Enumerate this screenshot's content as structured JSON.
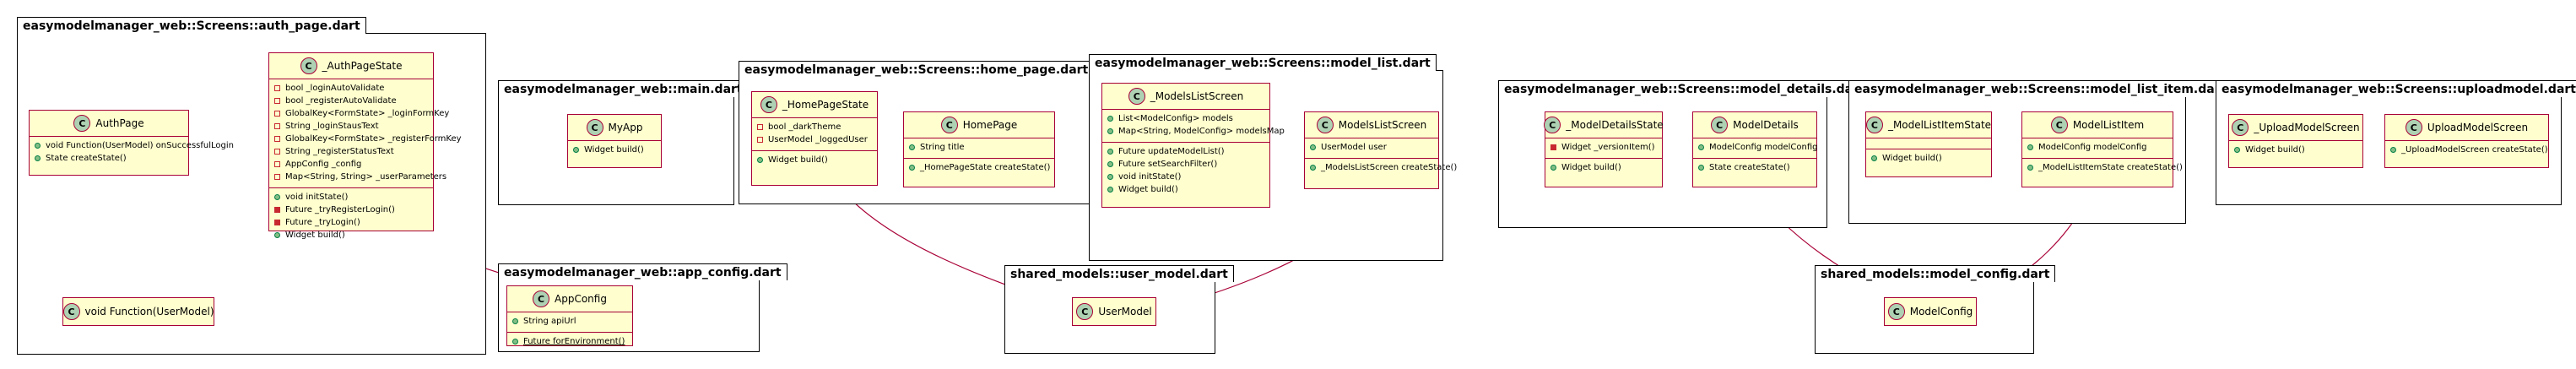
{
  "packages": {
    "auth_page": "easymodelmanager_web::Screens::auth_page.dart",
    "main": "easymodelmanager_web::main.dart",
    "app_config": "easymodelmanager_web::app_config.dart",
    "home_page": "easymodelmanager_web::Screens::home_page.dart",
    "model_list": "easymodelmanager_web::Screens::model_list.dart",
    "user_model": "shared_models::user_model.dart",
    "model_details": "easymodelmanager_web::Screens::model_details.dart",
    "model_list_item": "easymodelmanager_web::Screens::model_list_item.dart",
    "model_config": "shared_models::model_config.dart",
    "uploadmodel": "easymodelmanager_web::Screens::uploadmodel.dart"
  },
  "classes": {
    "authpage": {
      "name": "AuthPage",
      "members": [
        {
          "v": "pub",
          "t": "void Function(UserModel) onSuccessfulLogin"
        },
        {
          "v": "pub",
          "t": "State createState()"
        }
      ]
    },
    "authpagestate": {
      "name": "_AuthPageState",
      "fields": [
        {
          "v": "privf",
          "t": "bool _loginAutoValidate"
        },
        {
          "v": "privf",
          "t": "bool _registerAutoValidate"
        },
        {
          "v": "privf",
          "t": "GlobalKey<FormState> _loginFormKey"
        },
        {
          "v": "privf",
          "t": "String _loginStausText"
        },
        {
          "v": "privf",
          "t": "GlobalKey<FormState> _registerFormKey"
        },
        {
          "v": "privf",
          "t": "String _registerStatusText"
        },
        {
          "v": "privf",
          "t": "AppConfig _config"
        },
        {
          "v": "privf",
          "t": "Map<String, String> _userParameters"
        }
      ],
      "methods": [
        {
          "v": "pub",
          "t": "void initState()"
        },
        {
          "v": "priv",
          "t": "Future _tryRegisterLogin()"
        },
        {
          "v": "priv",
          "t": "Future _tryLogin()"
        },
        {
          "v": "pub",
          "t": "Widget build()"
        }
      ]
    },
    "voidfunction": {
      "name": "void Function(UserModel)"
    },
    "myapp": {
      "name": "MyApp",
      "members": [
        {
          "v": "pub",
          "t": "Widget build()"
        }
      ]
    },
    "appconfig": {
      "name": "AppConfig",
      "fields": [
        {
          "v": "pub",
          "t": "String apiUrl"
        }
      ],
      "methods": [
        {
          "v": "pub",
          "t": "Future forEnvironment()",
          "static": true
        }
      ]
    },
    "homepagestate": {
      "name": "_HomePageState",
      "fields": [
        {
          "v": "privf",
          "t": "bool _darkTheme"
        },
        {
          "v": "privf",
          "t": "UserModel _loggedUser"
        }
      ],
      "methods": [
        {
          "v": "pub",
          "t": "Widget build()"
        }
      ]
    },
    "homepage": {
      "name": "HomePage",
      "fields": [
        {
          "v": "pub",
          "t": "String title"
        }
      ],
      "methods": [
        {
          "v": "pub",
          "t": "_HomePageState createState()"
        }
      ]
    },
    "modelsliststate": {
      "name": "_ModelsListScreen",
      "fields": [
        {
          "v": "pub",
          "t": "List<ModelConfig> models"
        },
        {
          "v": "pub",
          "t": "Map<String, ModelConfig> modelsMap"
        }
      ],
      "methods": [
        {
          "v": "pub",
          "t": "Future updateModelList()"
        },
        {
          "v": "pub",
          "t": "Future setSearchFilter()"
        },
        {
          "v": "pub",
          "t": "void initState()"
        },
        {
          "v": "pub",
          "t": "Widget build()"
        }
      ]
    },
    "modelslistscreen": {
      "name": "ModelsListScreen",
      "fields": [
        {
          "v": "pub",
          "t": "UserModel user"
        }
      ],
      "methods": [
        {
          "v": "pub",
          "t": "_ModelsListScreen createState()"
        }
      ]
    },
    "usermodel": {
      "name": "UserModel"
    },
    "modeldetailsstate": {
      "name": "_ModelDetailsState",
      "fields": [
        {
          "v": "priv",
          "t": "Widget _versionItem()"
        }
      ],
      "methods": [
        {
          "v": "pub",
          "t": "Widget build()"
        }
      ]
    },
    "modeldetails": {
      "name": "ModelDetails",
      "fields": [
        {
          "v": "pub",
          "t": "ModelConfig modelConfig"
        }
      ],
      "methods": [
        {
          "v": "pub",
          "t": "State createState()"
        }
      ]
    },
    "modellistitemstate": {
      "name": "_ModelListItemState",
      "fields": [],
      "methods": [
        {
          "v": "pub",
          "t": "Widget build()"
        }
      ]
    },
    "modellistitem": {
      "name": "ModelListItem",
      "fields": [
        {
          "v": "pub",
          "t": "ModelConfig modelConfig"
        }
      ],
      "methods": [
        {
          "v": "pub",
          "t": "_ModelListItemState createState()"
        }
      ]
    },
    "modelconfig": {
      "name": "ModelConfig"
    },
    "uploadmodelstate": {
      "name": "_UploadModelScreen",
      "members": [
        {
          "v": "pub",
          "t": "Widget build()"
        }
      ]
    },
    "uploadmodelscreen": {
      "name": "UploadModelScreen",
      "members": [
        {
          "v": "pub",
          "t": "_UploadModelScreen createState()"
        }
      ]
    }
  },
  "stereotype_letter": "C",
  "colors": {
    "class_fill": "#FEFECE",
    "class_border": "#A80036",
    "circle": "#ADD1B2",
    "public": "#84BE84",
    "private": "#C82930"
  }
}
